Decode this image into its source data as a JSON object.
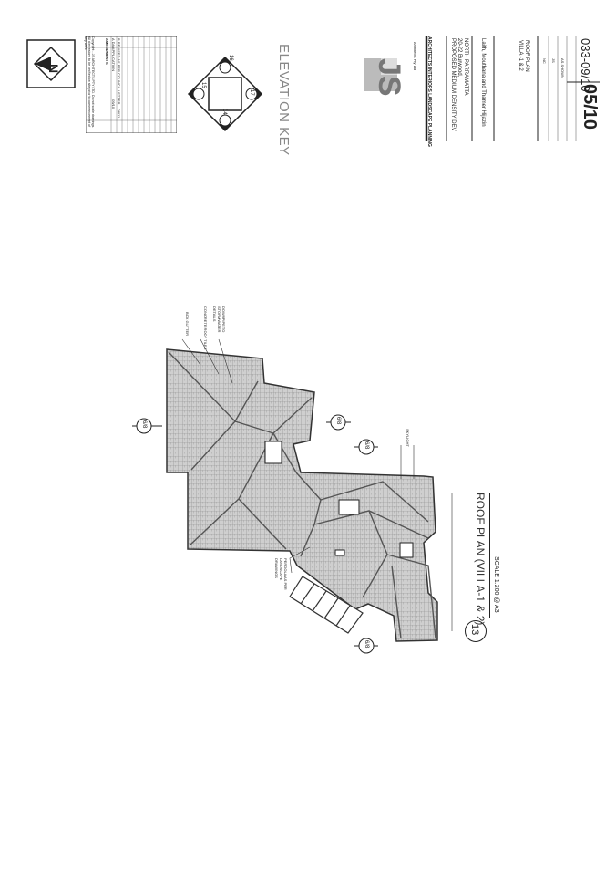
{
  "title_block": {
    "elevation_key_label": "ELEVATION KEY",
    "elevation_markers": [
      "15",
      "16",
      "17",
      "14"
    ],
    "copyright_note": "Copyright - JS ARCHITECTS PTY LTD. Do not scale drawings. All dimensions to be verified on site prior to commencement of any work.",
    "amendments_label": "AMENDMENTS",
    "amendments": [
      {
        "rev": "A",
        "description": "DA APPLICATION",
        "date": "09/10"
      },
      {
        "rev": "B",
        "description": "REVISED AS PER COUNCIL LETTER",
        "date": "06/11"
      }
    ],
    "firm_monogram": "JS",
    "firm_name": "Architects Pty Ltd",
    "firm_disciplines": "ARCHITECTS  INTERIORS  LANDSCAPE  PLANNING",
    "project_label": "PROPOSED MEDIUM DENSITY DEV",
    "address_line1": "20-22 Burwood,",
    "address_line2": "NORTH PARRAMATTA",
    "client": "Laith, Mouthana and Thamer Hijazin",
    "drawing_title_line1": "VILLA -1 & 2",
    "drawing_title_line2": "ROOF PLAN",
    "drawn": "NC",
    "checked": "JS",
    "scale": "AS SHOWN",
    "project_no": "033-09/10",
    "sheet": "05/10"
  },
  "drawing": {
    "view_number": "13",
    "view_title": "ROOF PLAN (VILLA-1 & 2)",
    "view_scale": "SCALE 1:200 @ A3",
    "section_marks": [
      "6/8",
      "6/8",
      "6/8",
      "6/8"
    ],
    "note_pergola": "PERGOLA AS PER LANDSCAPE DRAWINGS",
    "note_gutter": "BOX GUTTER",
    "note_tiles": "CONCRETE ROOF TILES",
    "note_downpipe": "DOWNPIPE TO STORMWATER DETAILS",
    "note_skylight": "SKYLIGHT"
  }
}
